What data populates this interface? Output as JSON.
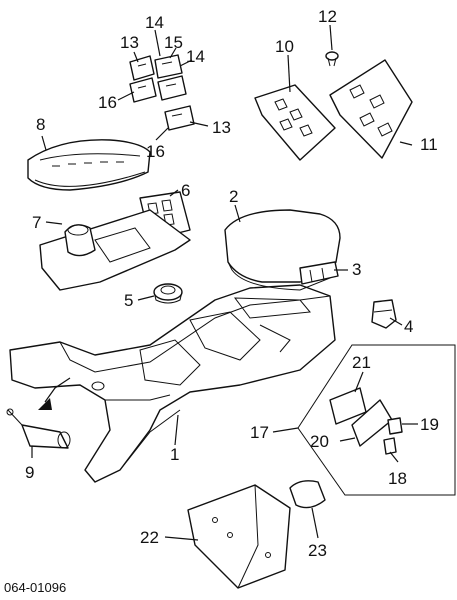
{
  "diagram": {
    "callouts": [
      {
        "id": "c1",
        "label": "1"
      },
      {
        "id": "c2",
        "label": "2"
      },
      {
        "id": "c3",
        "label": "3"
      },
      {
        "id": "c4",
        "label": "4"
      },
      {
        "id": "c5",
        "label": "5"
      },
      {
        "id": "c6",
        "label": "6"
      },
      {
        "id": "c7",
        "label": "7"
      },
      {
        "id": "c8",
        "label": "8"
      },
      {
        "id": "c9",
        "label": "9"
      },
      {
        "id": "c10",
        "label": "10"
      },
      {
        "id": "c11",
        "label": "11"
      },
      {
        "id": "c12",
        "label": "12"
      },
      {
        "id": "c13a",
        "label": "13"
      },
      {
        "id": "c13b",
        "label": "13"
      },
      {
        "id": "c14a",
        "label": "14"
      },
      {
        "id": "c14b",
        "label": "14"
      },
      {
        "id": "c15",
        "label": "15"
      },
      {
        "id": "c16a",
        "label": "16"
      },
      {
        "id": "c16b",
        "label": "16"
      },
      {
        "id": "c17",
        "label": "17"
      },
      {
        "id": "c18",
        "label": "18"
      },
      {
        "id": "c19",
        "label": "19"
      },
      {
        "id": "c20",
        "label": "20"
      },
      {
        "id": "c21",
        "label": "21"
      },
      {
        "id": "c22",
        "label": "22"
      },
      {
        "id": "c23",
        "label": "23"
      }
    ],
    "reference_code": "064-01096"
  }
}
